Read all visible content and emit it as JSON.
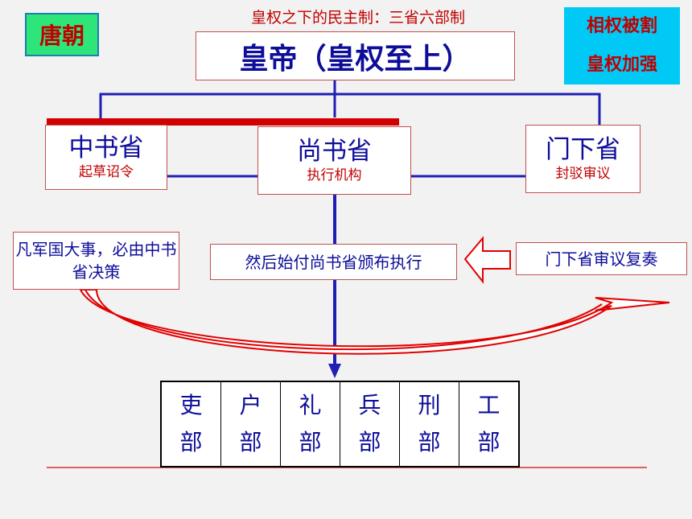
{
  "dynasty": "唐朝",
  "subtitle": "皇权之下的民主制：三省六部制",
  "emperor": "皇帝（皇权至上）",
  "status": {
    "line1": "相权被割",
    "line2": "皇权加强"
  },
  "departments": {
    "zhongshu": {
      "name": "中书省",
      "role": "起草诏令"
    },
    "shangshu": {
      "name": "尚书省",
      "role": "执行机构"
    },
    "menxia": {
      "name": "门下省",
      "role": "封驳审议"
    }
  },
  "notes": {
    "left": "凡军国大事，必由中书省决策",
    "middle": "然后始付尚书省颁布执行",
    "right": "门下省审议复奏"
  },
  "ministries": [
    {
      "name": "吏",
      "suffix": "部"
    },
    {
      "name": "户",
      "suffix": "部"
    },
    {
      "name": "礼",
      "suffix": "部"
    },
    {
      "name": "兵",
      "suffix": "部"
    },
    {
      "name": "刑",
      "suffix": "部"
    },
    {
      "name": "工",
      "suffix": "部"
    }
  ],
  "colors": {
    "title_text": "#c00000",
    "body_text": "#0d0d9a",
    "connector": "#1f1fb4",
    "dynasty_bg": "#2ee57a",
    "status_bg": "#00c9f5"
  }
}
